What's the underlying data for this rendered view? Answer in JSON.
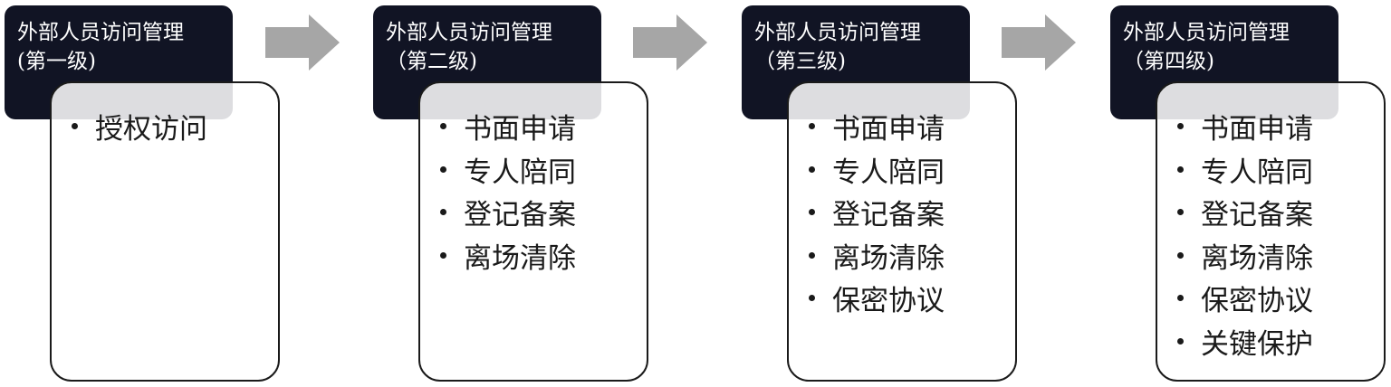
{
  "colors": {
    "header_bg": "#111424",
    "header_text": "#ffffff",
    "arrow": "#a6a6a6",
    "card_border": "#1a1a1a",
    "text": "#1a1a1a"
  },
  "stages": [
    {
      "title_line1": "外部人员访问管理",
      "title_line2": "(第一级)",
      "items": [
        "授权访问"
      ]
    },
    {
      "title_line1": "外部人员访问管理",
      "title_line2": "（第二级)",
      "items": [
        "书面申请",
        "专人陪同",
        "登记备案",
        "离场清除"
      ]
    },
    {
      "title_line1": "外部人员访问管理",
      "title_line2": "（第三级)",
      "items": [
        "书面申请",
        "专人陪同",
        "登记备案",
        "离场清除",
        "保密协议"
      ]
    },
    {
      "title_line1": "外部人员访问管理",
      "title_line2": "（第四级)",
      "items": [
        "书面申请",
        "专人陪同",
        "登记备案",
        "离场清除",
        "保密协议",
        "关键保护"
      ]
    }
  ],
  "arrows": [
    {
      "icon": "right-arrow-icon"
    },
    {
      "icon": "right-arrow-icon"
    },
    {
      "icon": "right-arrow-icon"
    }
  ]
}
